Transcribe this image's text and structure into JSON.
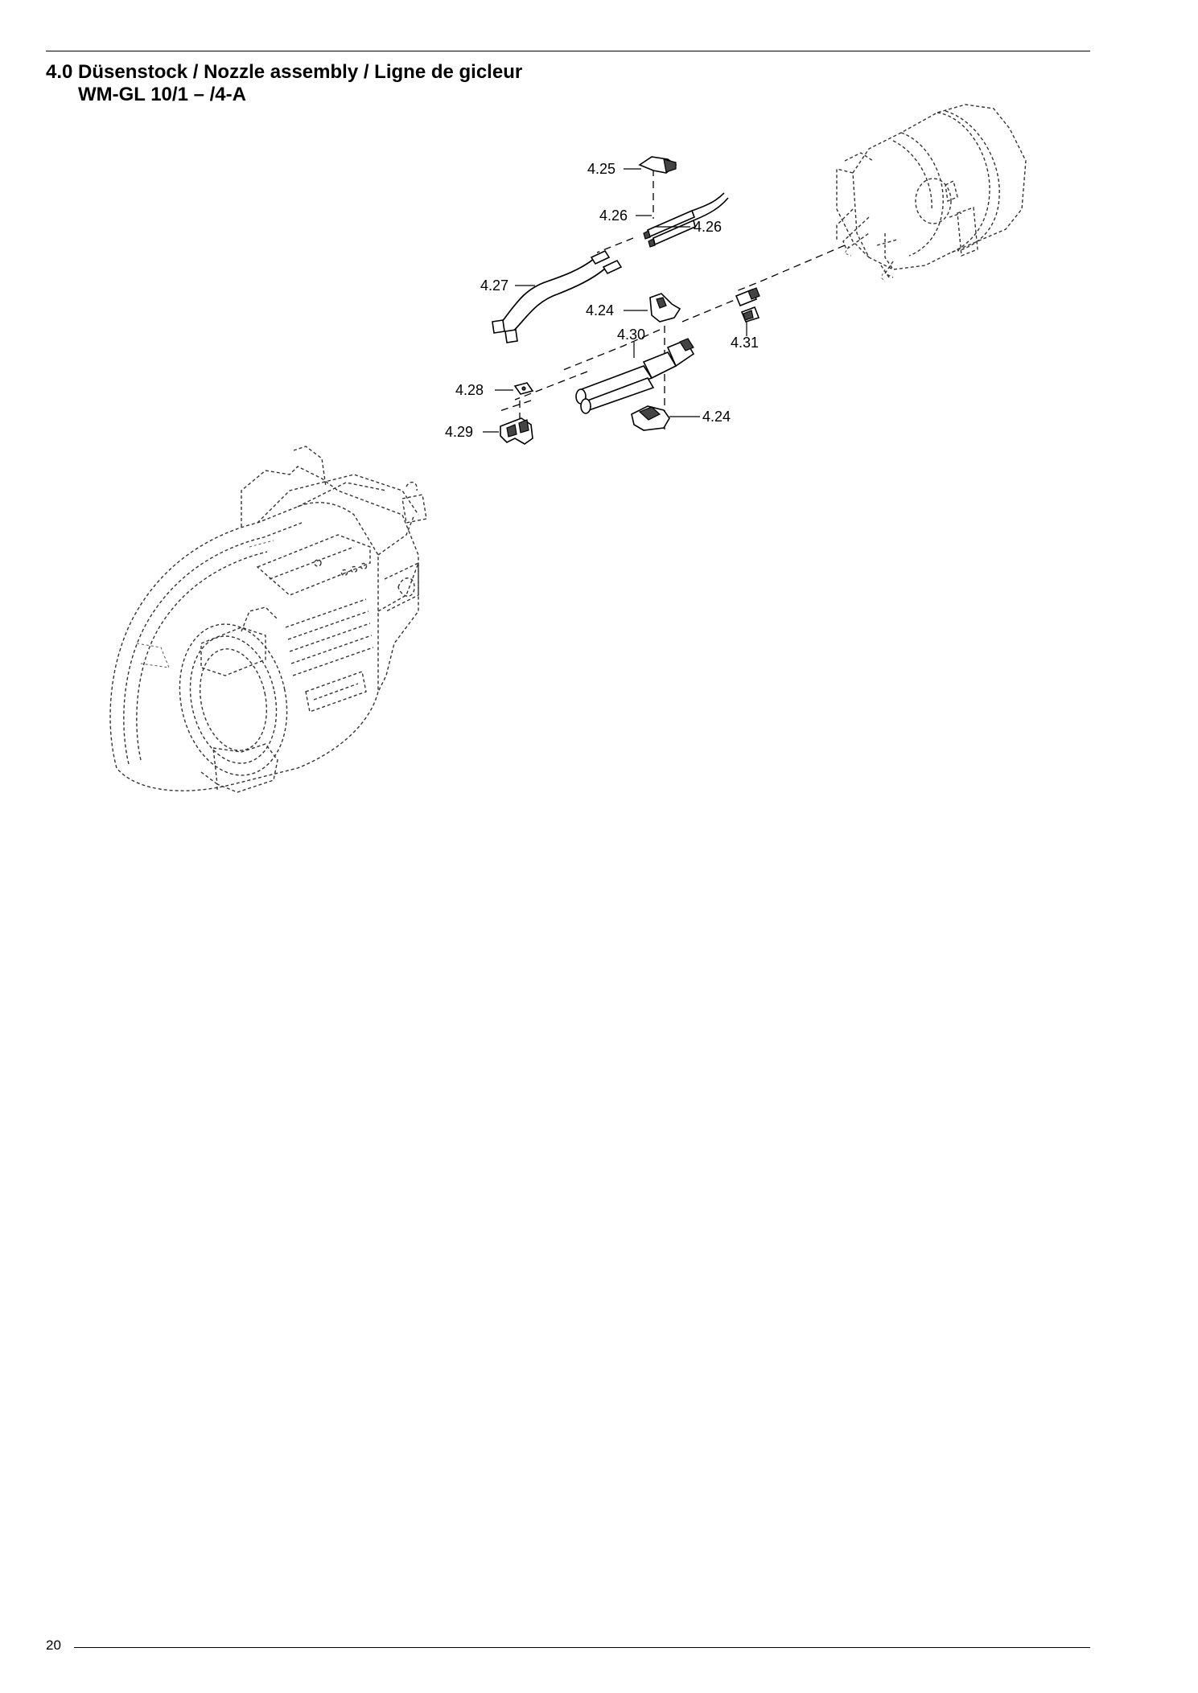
{
  "header": {
    "title_line1": "4.0 Düsenstock / Nozzle assembly / Ligne de gicleur",
    "title_line2": "WM-GL 10/1 – /4-A"
  },
  "footer": {
    "page_number": "20"
  },
  "callouts": [
    {
      "id": "c-425",
      "label": "4.25"
    },
    {
      "id": "c-426a",
      "label": "4.26"
    },
    {
      "id": "c-426b",
      "label": "4.26"
    },
    {
      "id": "c-427",
      "label": "4.27"
    },
    {
      "id": "c-424a",
      "label": "4.24"
    },
    {
      "id": "c-430",
      "label": "4.30"
    },
    {
      "id": "c-431",
      "label": "4.31"
    },
    {
      "id": "c-428",
      "label": "4.28"
    },
    {
      "id": "c-424b",
      "label": "4.24"
    },
    {
      "id": "c-429",
      "label": "4.29"
    }
  ]
}
